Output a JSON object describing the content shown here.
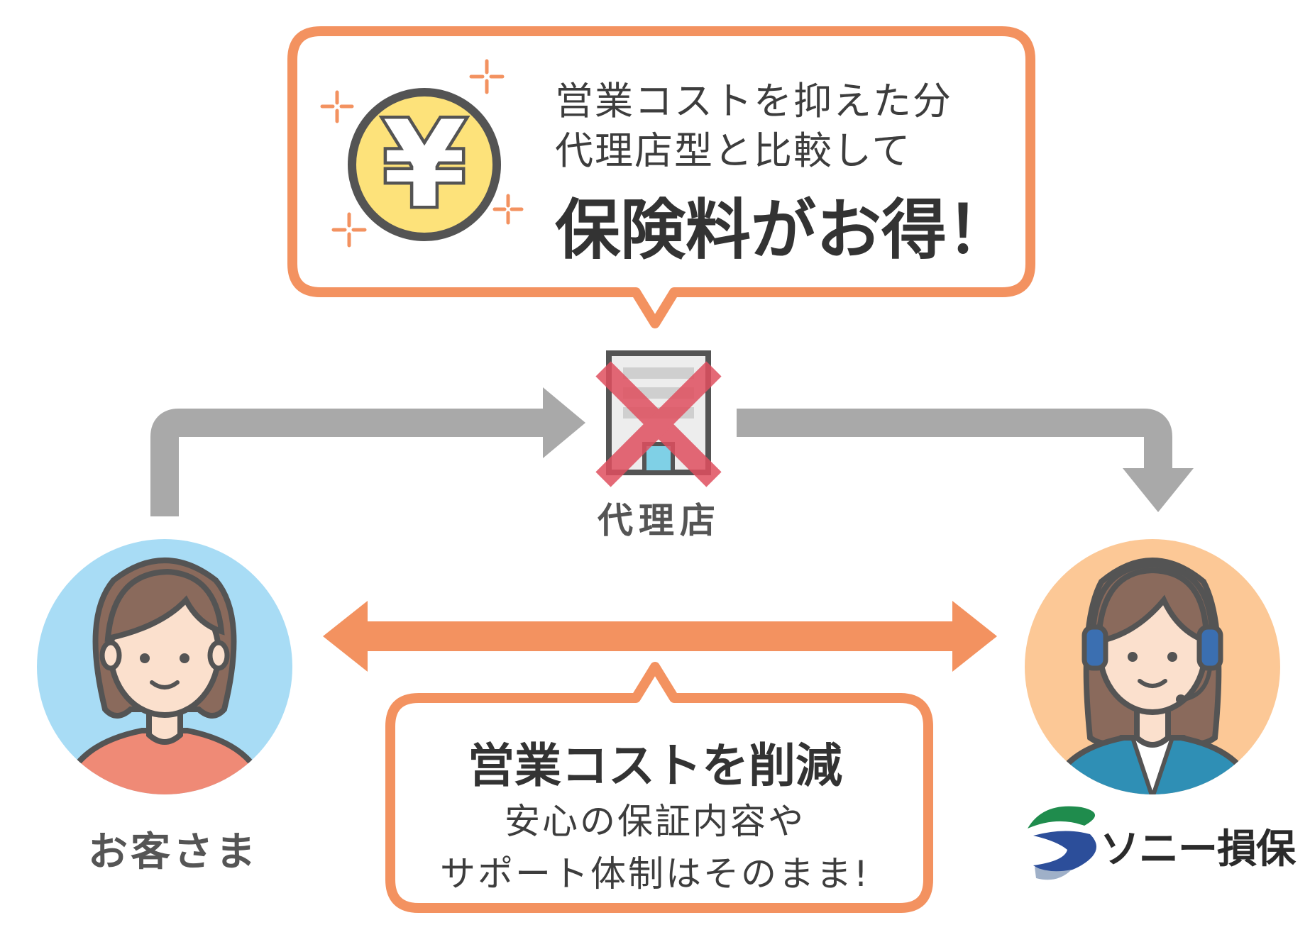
{
  "top_callout": {
    "line1": "営業コストを抑えた分",
    "line2": "代理店型と比較して",
    "line3": "保険料がお得！",
    "coin_symbol": "¥"
  },
  "agency": {
    "label": "代理店"
  },
  "customer": {
    "label": "お客さま"
  },
  "company": {
    "label": "ソニー損保"
  },
  "bottom_callout": {
    "line1": "営業コストを削減",
    "line2": "安心の保証内容や",
    "line3": "サポート体制はそのまま!"
  },
  "colors": {
    "orange": "#f39260",
    "gray_arrow": "#a9a9a9",
    "coin": "#fde27a",
    "cross": "#e04f5f",
    "customer_bg": "#a8dcf5",
    "operator_bg": "#fcc896",
    "outline": "#545454"
  }
}
